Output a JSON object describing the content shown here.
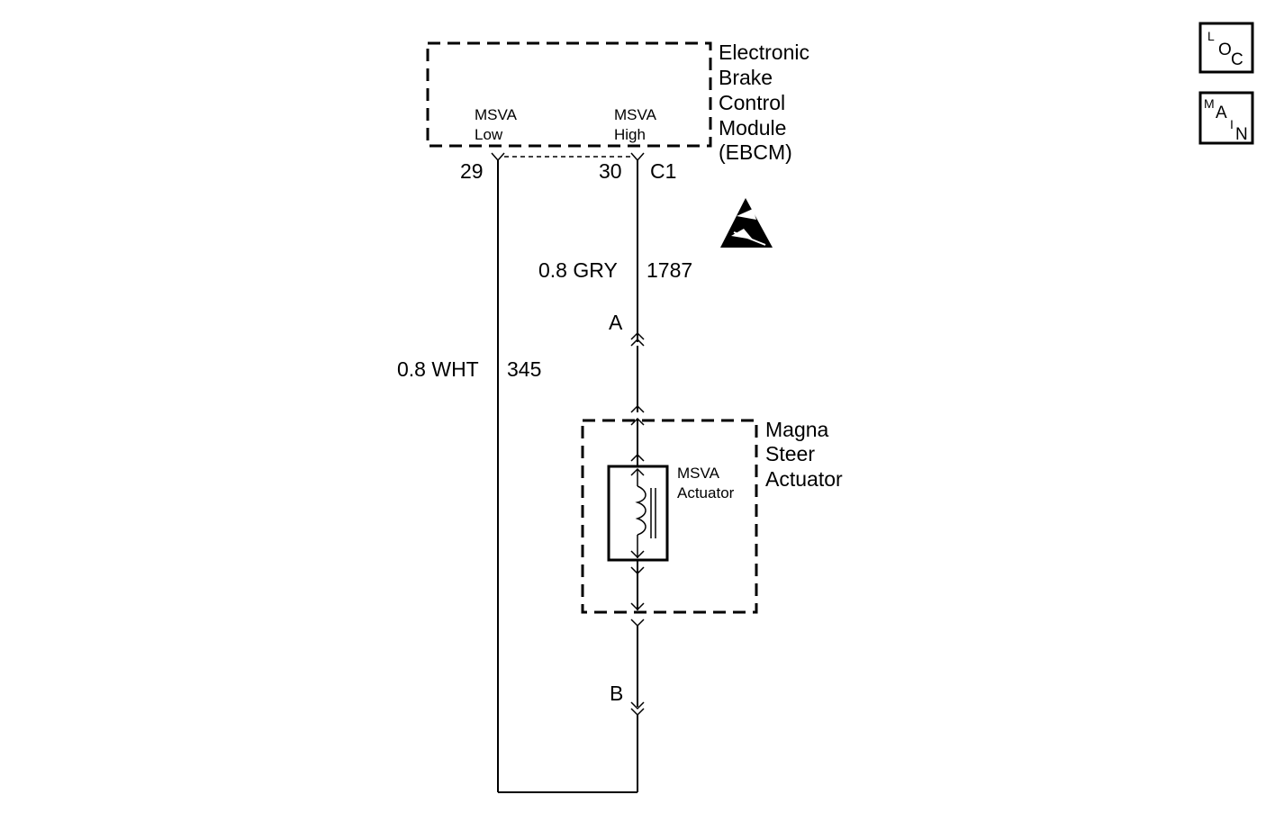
{
  "module": {
    "name_lines": [
      "Electronic",
      "Brake",
      "Control",
      "Module",
      "(EBCM)"
    ],
    "pin_low_label": [
      "MSVA",
      "Low"
    ],
    "pin_high_label": [
      "MSVA",
      "High"
    ],
    "pin_low_number": "29",
    "pin_high_number": "30",
    "connector": "C1"
  },
  "wires": {
    "high": {
      "size_color": "0.8 GRY",
      "circuit": "1787"
    },
    "low": {
      "size_color": "0.8 WHT",
      "circuit": "345"
    }
  },
  "connectors": {
    "a": "A",
    "b": "B"
  },
  "actuator": {
    "name_lines": [
      "Magna",
      "Steer",
      "Actuator"
    ],
    "coil_label": [
      "MSVA",
      "Actuator"
    ]
  },
  "nav": {
    "loc": {
      "letters": [
        "L",
        "O",
        "C"
      ]
    },
    "main": {
      "letters": [
        "M",
        "A",
        "I",
        "N"
      ]
    }
  },
  "icons": {
    "esd": "esd-warning-icon"
  }
}
